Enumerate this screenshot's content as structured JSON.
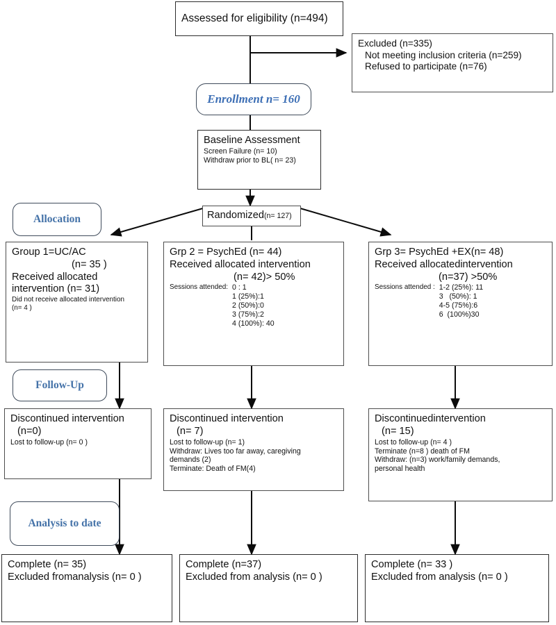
{
  "boxes": {
    "assessed": {
      "line1": "Assessed for eligibility (n=494)"
    },
    "excluded": {
      "line1": "Excluded  (n=335)",
      "line2": "Not meeting inclusion criteria (n=259)",
      "line3": "Refused to participate (n=76)"
    },
    "enrollment": {
      "label": "Enrollment n= 160"
    },
    "baseline": {
      "title": "Baseline Assessment",
      "line1": "Screen Failure (n= 10)",
      "line2": "Withdraw prior to BL( n= 23)"
    },
    "allocation_label": {
      "text": "Allocation"
    },
    "randomized": {
      "main": "Randomized",
      "count": "(n= 127)"
    },
    "group1": {
      "line1": "Group 1=UC/AC",
      "line2": "(n= 35 )",
      "line3": "Received allocated",
      "line4": "intervention (n= 31)",
      "small1": "Did not receive allocated intervention",
      "small2": "(n= 4 )"
    },
    "group2": {
      "line1": "Grp 2 = PsychEd (n= 44)",
      "line2": "Received allocated intervention",
      "line3": "(n= 42)> 50%",
      "sessions_label": "Sessions attended:",
      "sessions": [
        "0 : 1",
        "1 (25%):1",
        "2 (50%):0",
        "3 (75%):2",
        "4 (100%): 40"
      ]
    },
    "group3": {
      "line1": "Grp 3= PsychEd +EX(n=  48)",
      "line2": "Received allocatedintervention",
      "line3": "(n=37) >50%",
      "sessions_label": "Sessions attended :",
      "sessions": [
        "1-2 (25%): 11",
        "3   (50%): 1",
        "4-5 (75%):6",
        "6  (100%)30"
      ]
    },
    "followup_label": {
      "text": "Follow-Up"
    },
    "disc1": {
      "line1": "Discontinued intervention",
      "line2": "(n=0)",
      "line3": "Lost to follow-up  (n= 0 )"
    },
    "disc2": {
      "line1": "Discontinued intervention",
      "line2": "(n= 7)",
      "line3": "Lost to follow-up  (n= 1)",
      "line4": "Withdraw: Lives too far away, caregiving",
      "line5": "demands (2)",
      "line6": "Terminate: Death of FM(4)"
    },
    "disc3": {
      "line1": "Discontinuedintervention",
      "line2": "(n= 15)",
      "line3": "Lost to follow-up  (n= 4 )",
      "line4": "Terminate (n=8 ) death of FM",
      "line5": "Withdraw: (n=3) work/family demands,",
      "line6": "personal health"
    },
    "analysis_label": {
      "text": "Analysis to date"
    },
    "final1": {
      "line1": "Complete  (n= 35)",
      "line2": "Excluded fromanalysis  (n=  0 )"
    },
    "final2": {
      "line1": "Complete  (n=37)",
      "line2": "Excluded from analysis  (n=  0 )"
    },
    "final3": {
      "line1": "Complete  (n= 33 )",
      "line2": "Excluded from analysis  (n=  0 )"
    }
  },
  "colors": {
    "accent_blue": "#4472a8",
    "enrollment_blue": "#3d6fb5",
    "box_border": "#4d4d4d",
    "line": "#0b0b0b"
  },
  "chart_data": {
    "type": "table",
    "title": "CONSORT participant flow diagram",
    "stages": [
      "Enrollment",
      "Allocation",
      "Follow-Up",
      "Analysis to date"
    ],
    "assessed_for_eligibility": 494,
    "excluded_total": 335,
    "excluded_not_meeting_inclusion": 259,
    "excluded_refused": 76,
    "enrolled": 160,
    "baseline_screen_failure": 10,
    "baseline_withdraw_prior": 23,
    "randomized": 127,
    "groups": [
      {
        "name": "Group 1=UC/AC",
        "allocated": 35,
        "received_intervention": 31,
        "did_not_receive": 4,
        "discontinued": 0,
        "lost_to_followup": 0,
        "completed": 35,
        "excluded_from_analysis": 0
      },
      {
        "name": "Grp 2 = PsychEd",
        "allocated": 44,
        "received_intervention": 42,
        "received_pct_note": "> 50%",
        "sessions_attended": {
          "0": 1,
          "1 (25%)": 1,
          "2 (50%)": 0,
          "3 (75%)": 2,
          "4 (100%)": 40
        },
        "discontinued": 7,
        "lost_to_followup": 1,
        "withdraw_far_away_caregiving": 2,
        "terminate_death_of_fm": 4,
        "completed": 37,
        "excluded_from_analysis": 0
      },
      {
        "name": "Grp 3= PsychEd +EX",
        "allocated": 48,
        "received_intervention": 37,
        "received_pct_note": ">50%",
        "sessions_attended": {
          "1-2 (25%)": 11,
          "3 (50%)": 1,
          "4-5 (75%)": 6,
          "6 (100%)": 30
        },
        "discontinued": 15,
        "lost_to_followup": 4,
        "terminate_death_of_fm": 8,
        "withdraw_work_family": 3,
        "completed": 33,
        "excluded_from_analysis": 0
      }
    ]
  }
}
